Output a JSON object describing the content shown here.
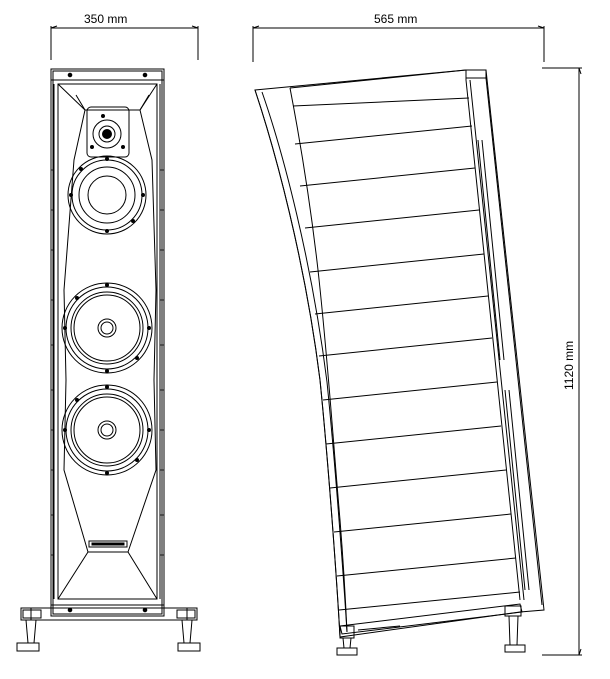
{
  "dimensions": {
    "front_width": "350 mm",
    "side_depth": "565 mm",
    "height": "1120 mm"
  },
  "colors": {
    "line": "#000000",
    "background": "#ffffff"
  },
  "views": [
    "front-view",
    "side-view"
  ],
  "driver_count": 4,
  "side_panel_slat_count": 12
}
